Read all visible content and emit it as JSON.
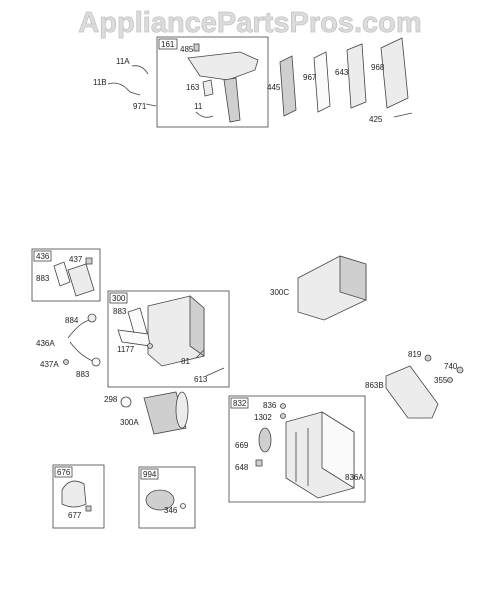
{
  "watermark": "AppliancePartsPros.com",
  "groups": {
    "g161": "161",
    "g436": "436",
    "g300": "300",
    "g832": "832",
    "g676": "676",
    "g994": "994"
  },
  "labels": {
    "p11A": "11A",
    "p11B": "11B",
    "p971": "971",
    "p485": "485",
    "p163": "163",
    "p11": "11",
    "p445": "445",
    "p967": "967",
    "p643": "643",
    "p968": "968",
    "p425": "425",
    "p437": "437",
    "p883a": "883",
    "p884": "884",
    "p436A": "436A",
    "p437A": "437A",
    "p883b": "883",
    "p883c": "883",
    "p1177": "1177",
    "p81": "81",
    "p613": "613",
    "p300C": "300C",
    "p819": "819",
    "p740": "740",
    "p355": "355",
    "p863B": "863B",
    "p298": "298",
    "p300A": "300A",
    "p836": "836",
    "p1302": "1302",
    "p669": "669",
    "p648": "648",
    "p836A": "836A",
    "p677": "677",
    "p346": "346"
  }
}
